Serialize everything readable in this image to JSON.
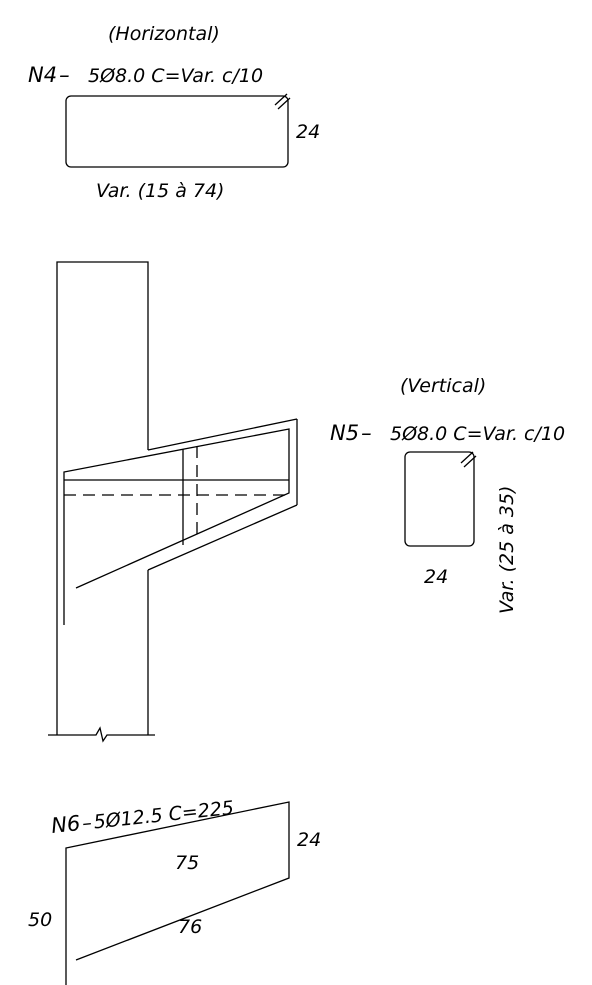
{
  "n4": {
    "title": "(Horizontal)",
    "mark": "N4",
    "spec": "5Ø8.0 C=Var. c/10",
    "height_label": "24",
    "length_label": "Var. (15 à 74)"
  },
  "n5": {
    "title": "(Vertical)",
    "mark": "N5",
    "spec": "5Ø8.0 C=Var. c/10",
    "width_label": "24",
    "height_label": "Var. (25 à 35)"
  },
  "n6": {
    "mark": "N6",
    "spec": "5Ø12.5 C=225",
    "top_label": "75",
    "right_label": "24",
    "left_label": "50",
    "bottom_label": "76"
  }
}
